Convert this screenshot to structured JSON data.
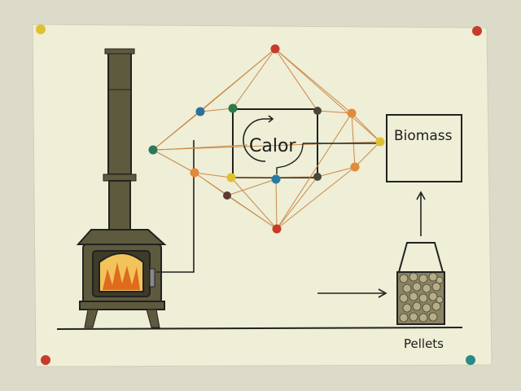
{
  "labels": {
    "center": "Calor",
    "box": "Biomass",
    "container": "Pellets"
  },
  "colors": {
    "wall": "#d9d8c8",
    "paper": "#f1efd8",
    "ink": "#222222",
    "string": "#c98a4a",
    "stove": "#5e5a3e"
  }
}
